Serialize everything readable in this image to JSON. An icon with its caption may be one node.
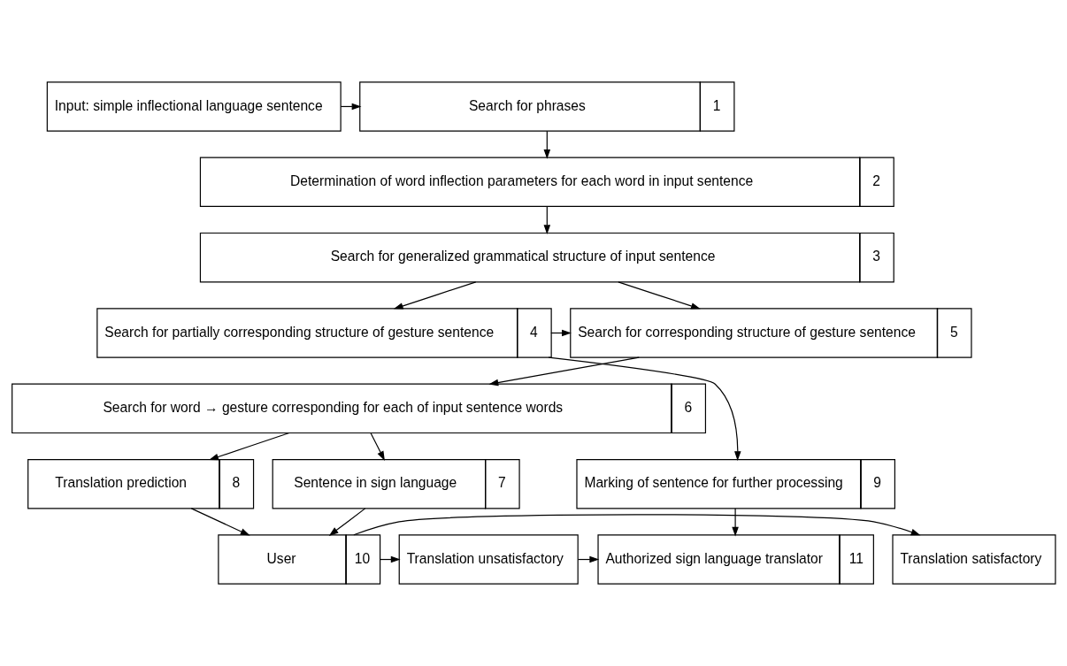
{
  "diagram": {
    "nodes": [
      {
        "text": [
          "Input: simple inflectional language sentence"
        ]
      },
      {
        "text": [
          "Search for phrases",
          "1"
        ]
      },
      {
        "text": [
          "Determination of word inflection parameters for each word in input sentence",
          "2"
        ]
      },
      {
        "text": [
          "Search for generalized grammatical structure of input sentence",
          "3"
        ]
      },
      {
        "text": [
          "Search for corresponding structure of gesture sentence",
          "5"
        ]
      },
      {
        "text": [
          "Search for partially corresponding structure of gesture sentence",
          "4"
        ]
      },
      {
        "text": [
          "Search for word → gesture corresponding for each of input sentence words",
          "6"
        ]
      },
      {
        "text": [
          "Sentence in sign language",
          "7"
        ]
      },
      {
        "text": [
          "Translation prediction",
          "8"
        ]
      },
      {
        "text": [
          "Marking of sentence for further processing",
          "9"
        ]
      },
      {
        "text": [
          "Translation satisfactory"
        ]
      },
      {
        "text": [
          "User",
          "10"
        ]
      },
      {
        "text": [
          "Translation unsatisfactory"
        ]
      },
      {
        "text": [
          "Authorized sign language translator",
          "11"
        ]
      }
    ],
    "edges": [
      {
        "from": 0,
        "to": 1,
        "arrow": "to"
      },
      {
        "from": 1,
        "to": 2,
        "arrow": "to"
      },
      {
        "from": 2,
        "to": 3,
        "arrow": "to"
      },
      {
        "from": 3,
        "to": 4,
        "arrow": "to"
      },
      {
        "from": 3,
        "to": 5,
        "arrow": "to"
      },
      {
        "from": 5,
        "to": 4,
        "arrow": "to"
      },
      {
        "from": 5,
        "to": 9,
        "arrow": "to"
      },
      {
        "from": 4,
        "to": 6,
        "arrow": "to"
      },
      {
        "from": 6,
        "to": 7,
        "arrow": "to"
      },
      {
        "from": 6,
        "to": 8,
        "arrow": "to"
      },
      {
        "from": 7,
        "to": 11,
        "arrow": "to"
      },
      {
        "from": 8,
        "to": 11,
        "arrow": "to"
      },
      {
        "from": 9,
        "to": 13,
        "arrow": "to"
      },
      {
        "from": 11,
        "to": 10,
        "arrow": "to"
      },
      {
        "from": 11,
        "to": 12,
        "arrow": "to"
      },
      {
        "from": 12,
        "to": 13,
        "arrow": "to"
      }
    ]
  }
}
